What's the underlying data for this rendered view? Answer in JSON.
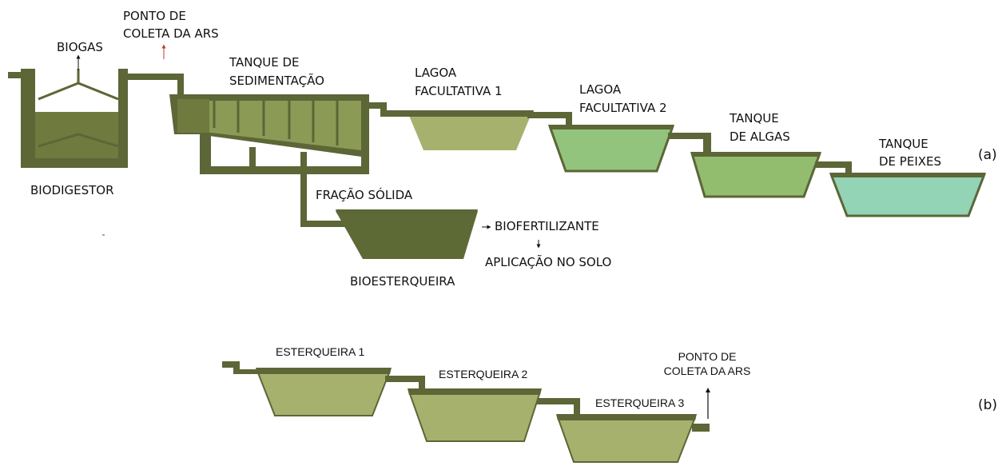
{
  "colors": {
    "pipe": "#5c6637",
    "dark_sludge": "#6f7a3e",
    "sed_fill": "#8b9a55",
    "lagoon1": "#a7b16e",
    "lagoon2": "#93c47d",
    "algae": "#92bd6f",
    "fish": "#93d3b6",
    "manure": "#a7b16e",
    "bioesterqueira": "#5e6a35",
    "sample_arrow": "#c0392b"
  },
  "labels_a": {
    "biogas": "BIOGAS",
    "ponto_coleta_l1": "PONTO DE",
    "ponto_coleta_l2": "COLETA DA ARS",
    "tanque_sed_l1": "TANQUE DE",
    "tanque_sed_l2": "SEDIMENTAÇÃO",
    "lagoa1_l1": "LAGOA",
    "lagoa1_l2": "FACULTATIVA 1",
    "lagoa2_l1": "LAGOA",
    "lagoa2_l2": "FACULTATIVA 2",
    "algas_l1": "TANQUE",
    "algas_l2": "DE ALGAS",
    "peixes_l1": "TANQUE",
    "peixes_l2": "DE PEIXES",
    "biodigestor": "BIODIGESTOR",
    "fracao_solida": "FRAÇÃO SÓLIDA",
    "biofertilizante": "BIOFERTILIZANTE",
    "aplicacao": "APLICAÇÃO NO SOLO",
    "bioesterqueira": "BIOESTERQUEIRA",
    "panel": "(a)"
  },
  "labels_b": {
    "esterqueira1": "ESTERQUEIRA 1",
    "esterqueira2": "ESTERQUEIRA 2",
    "esterqueira3": "ESTERQUEIRA 3",
    "ponto_coleta_l1": "PONTO DE",
    "ponto_coleta_l2": "COLETA DA ARS",
    "panel": "(b)"
  }
}
